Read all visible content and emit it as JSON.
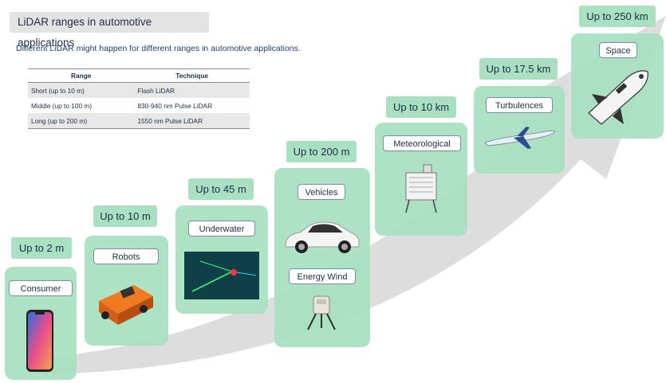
{
  "title": "LiDAR ranges in automotive applications",
  "subtitle": "Different LiDAR might happen for different ranges in automotive applications.",
  "table": {
    "headers": [
      "Range",
      "Technique"
    ],
    "rows": [
      [
        "Short (up to 10 m)",
        "Flash LiDAR"
      ],
      [
        "Middle (up to 100 m)",
        "830-940 nm Pulse LiDAR"
      ],
      [
        "Long (up to 200 m)",
        "1550 nm Pulse LiDAR"
      ]
    ]
  },
  "stages": [
    {
      "range": "Up to 2 m",
      "labels": [
        "Consumer"
      ],
      "icon": "smartphone-icon"
    },
    {
      "range": "Up to 10 m",
      "labels": [
        "Robots"
      ],
      "icon": "robot-vehicle-icon"
    },
    {
      "range": "Up to 45 m",
      "labels": [
        "Underwater"
      ],
      "icon": "underwater-laser-icon"
    },
    {
      "range": "Up to 200 m",
      "labels": [
        "Vehicles",
        "Energy Wind"
      ],
      "icon": "car-icon"
    },
    {
      "range": "Up to 10 km",
      "labels": [
        "Meteorological"
      ],
      "icon": "weather-station-icon"
    },
    {
      "range": "Up to 17.5 km",
      "labels": [
        "Turbulences"
      ],
      "icon": "airplane-icon"
    },
    {
      "range": "Up to 250 km",
      "labels": [
        "Space"
      ],
      "icon": "space-shuttle-icon"
    }
  ],
  "colors": {
    "panel": "#a8e0c1",
    "arrow": "#d9d9d9",
    "text": "#1f2d4a"
  }
}
